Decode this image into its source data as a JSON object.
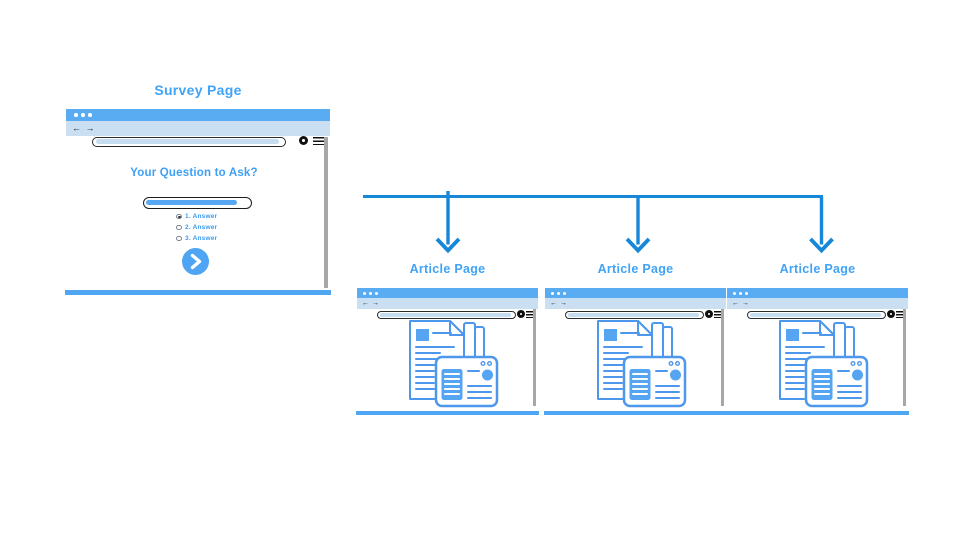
{
  "colors": {
    "accent_blue": "#41A3F6",
    "window_header_blue": "#59ACF1",
    "toolbar_blue": "#CBDFF2",
    "footer_blue": "#4FA7F4",
    "arrow_blue": "#1787D8",
    "illustration_blue": "#4D97EC",
    "illustration_fill": "#55A5F2",
    "scrollbar_gray": "#A7A7A7",
    "black": "#101010"
  },
  "icons": {
    "back_arrow": "←",
    "forward_arrow": "→",
    "traffic_dots": "three-white-dots",
    "account": "black-circle",
    "menu": "hamburger",
    "next": "chevron-right"
  },
  "survey": {
    "title": "Survey Page",
    "question": "Your Question to Ask?",
    "input_fill_percent": 85,
    "answers": [
      {
        "label": "1. Answer",
        "selected": true
      },
      {
        "label": "2. Answer",
        "selected": false
      },
      {
        "label": "3. Answer",
        "selected": false
      }
    ]
  },
  "articles": [
    {
      "title": "Article Page"
    },
    {
      "title": "Article Page"
    },
    {
      "title": "Article Page"
    }
  ]
}
